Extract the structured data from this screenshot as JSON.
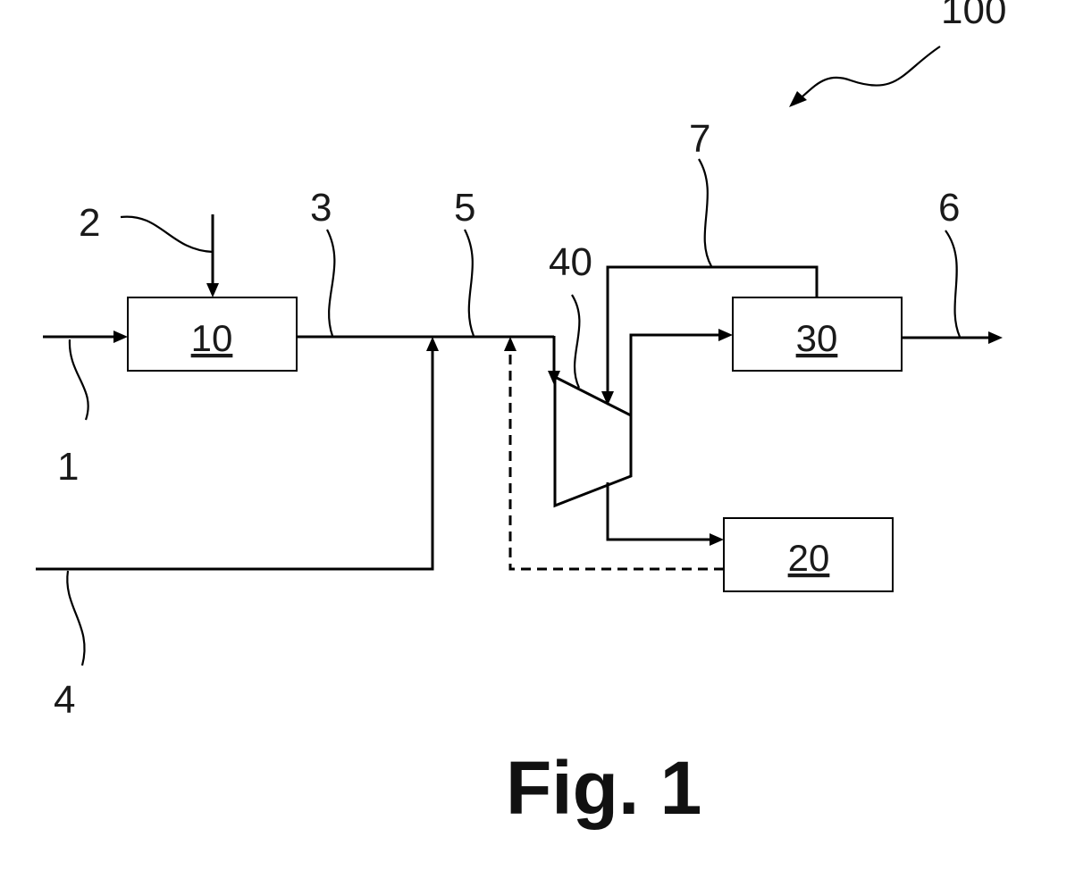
{
  "figure_caption": "Fig. 1",
  "system_ref": "100",
  "components": {
    "unit_10": "10",
    "unit_20": "20",
    "unit_30": "30",
    "unit_40": "40"
  },
  "streams": {
    "s1": "1",
    "s2": "2",
    "s3": "3",
    "s4": "4",
    "s5": "5",
    "s6": "6",
    "s7": "7"
  }
}
